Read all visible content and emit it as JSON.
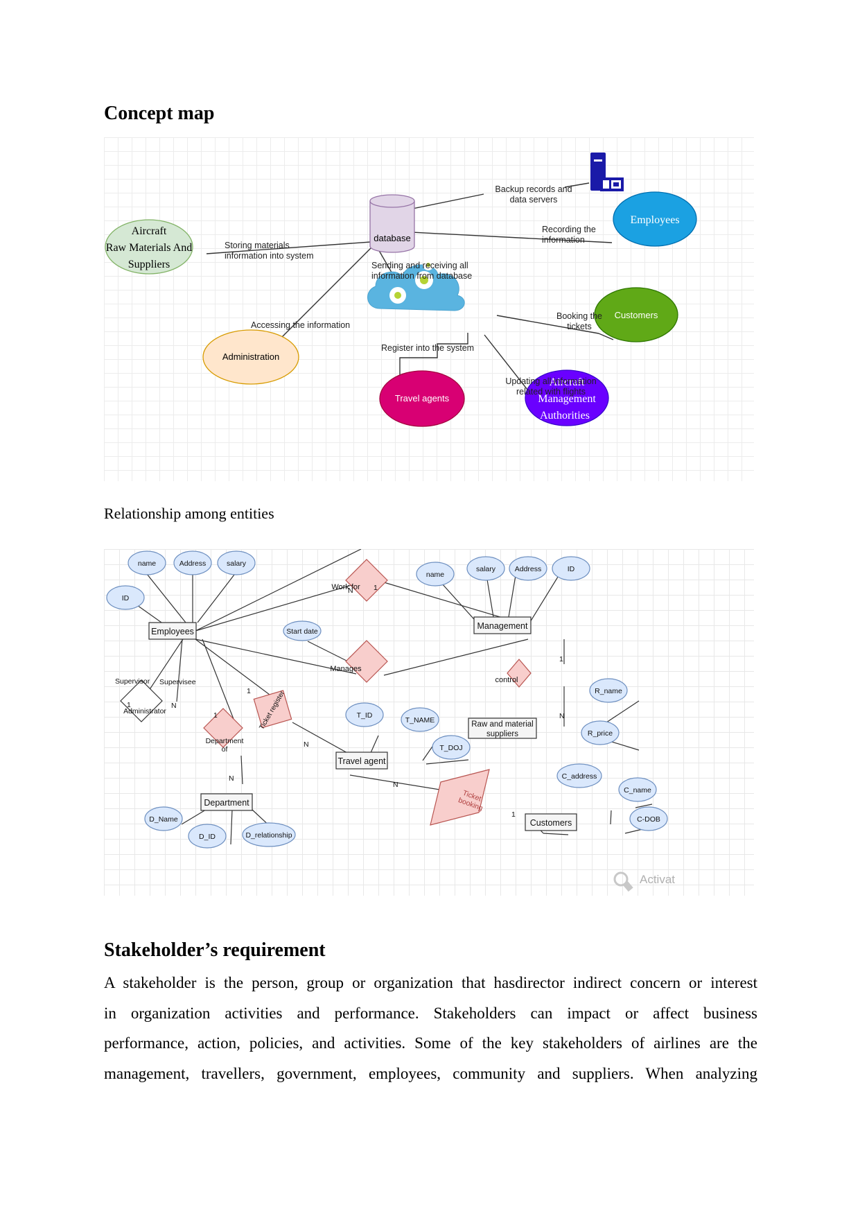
{
  "headings": {
    "concept_map": "Concept map",
    "relationship_caption": "Relationship among entities",
    "stakeholder": "Stakeholder’s requirement"
  },
  "paragraph": {
    "line1": "A stakeholder is the person, group or organization that hasdirector indirect concern or interest",
    "line2": "in organization activities and performance. Stakeholders can impact or affect business",
    "line3": "performance, action, policies, and activities. Some of the key stakeholders of airlines are the",
    "line4": "management, travellers, government, employees, community and suppliers. When analyzing"
  },
  "concept_map": {
    "nodes": {
      "database": "database",
      "suppliers_1": "Aircraft",
      "suppliers_2": "Raw Materials And",
      "suppliers_3": "Suppliers",
      "employees": "Employees",
      "customers": "Customers",
      "administration": "Administration",
      "travel_agents": "Travel agents",
      "authorities_1": "Aircraft",
      "authorities_2": "Management",
      "authorities_3": "Authorities"
    },
    "edges": {
      "backup_1": "Backup records and",
      "backup_2": "data servers",
      "recording_1": "Recording the",
      "recording_2": "information",
      "storing_1": "Storing materials",
      "storing_2": "information into system",
      "sending_1": "Sending and receiving all",
      "sending_2": "information from database",
      "accessing": "Accessing the information",
      "booking_1": "Booking the",
      "booking_2": "tickets",
      "register": "Register into the system",
      "updating_1": "Updating all information",
      "updating_2": "related with flights"
    },
    "colors": {
      "database": "#e1d5e7",
      "suppliers": "#d5e8d4",
      "employees": "#1ba1e2",
      "customers": "#60a917",
      "administration": "#ffe6cc",
      "travel_agents": "#d80073",
      "authorities": "#6a00ff",
      "cloud": "#5ab4e0",
      "server": "#1a1aa8"
    }
  },
  "er_diagram": {
    "entities": {
      "employees": "Employees",
      "management": "Management",
      "raw_material_1": "Raw and material",
      "raw_material_2": "suppliers",
      "travel_agent": "Travel agent",
      "department": "Department",
      "customers": "Customers"
    },
    "relationships": {
      "work_for": "Work for",
      "manages": "Manages",
      "control": "control",
      "ticket_register": "Ticket register",
      "department_of_1": "Department",
      "department_of_2": "of",
      "ticket_booking_1": "Ticket",
      "ticket_booking_2": "booking",
      "administrator": "Administrator"
    },
    "attributes": {
      "emp_name": "name",
      "emp_address": "Address",
      "emp_salary": "salary",
      "emp_id": "ID",
      "mgmt_name": "name",
      "mgmt_salary": "salary",
      "mgmt_address": "Address",
      "mgmt_id": "ID",
      "start_date": "Start date",
      "r_name": "R_name",
      "r_price": "R_price",
      "t_id": "T_ID",
      "t_name": "T_NAME",
      "t_doj": "T_DOJ",
      "c_address": "C_address",
      "c_name": "C_name",
      "c_dob": "C-DOB",
      "d_name": "D_Name",
      "d_id": "D_ID",
      "d_relationship": "D_relationship"
    },
    "role_labels": {
      "supervisor": "Supervisor",
      "supervisee": "Supervisee"
    },
    "cardinalities": {
      "work_for_n": "N",
      "work_for_1": "1",
      "control_1": "1",
      "control_n": "N",
      "supervisor_1": "1",
      "supervisee_n": "N",
      "dept_1": "1",
      "dept_n": "N",
      "ticket_reg_1": "1",
      "ticket_reg_n": "N",
      "booking_n": "N",
      "booking_1": "1"
    },
    "watermark": "Activat",
    "colors": {
      "attribute_fill": "#dae8fc",
      "attribute_stroke": "#6c8ebf",
      "relation_fill": "#f8cecc",
      "relation_stroke": "#b85450",
      "entity_fill": "#f5f5f5"
    }
  }
}
